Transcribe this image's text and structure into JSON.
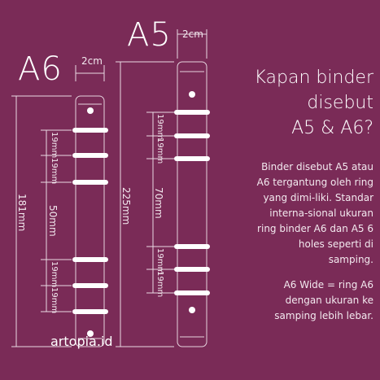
{
  "labels": {
    "a6": "A6",
    "a5": "A5",
    "width_a6": "2cm",
    "width_a5": "2cm"
  },
  "dims": {
    "a6_total": "181mm",
    "a6_top": "19mm",
    "a6_top2": "19mm",
    "a6_mid": "50mm",
    "a6_bot": "19mm",
    "a6_bot2": "19mm",
    "a5_total": "225mm",
    "a5_top": "19mm",
    "a5_top2": "19mm",
    "a5_mid": "70mm",
    "a5_bot": "19mm",
    "a5_bot2": "19mm"
  },
  "heading": {
    "line1": "Kapan binder",
    "line2": "disebut",
    "line3": "A5 & A6?"
  },
  "body": {
    "p1": "Binder disebut A5 atau A6 tergantung oleh ring yang dimi-liki. Standar interna-sional ukuran ring binder A6 dan A5 6 holes seperti di samping.",
    "p2": "A6 Wide = ring A6 dengan ukuran ke samping lebih lebar."
  },
  "brand": "artopia.id",
  "colors": {
    "background": "#7a2b57",
    "accent": "#ffffff"
  }
}
